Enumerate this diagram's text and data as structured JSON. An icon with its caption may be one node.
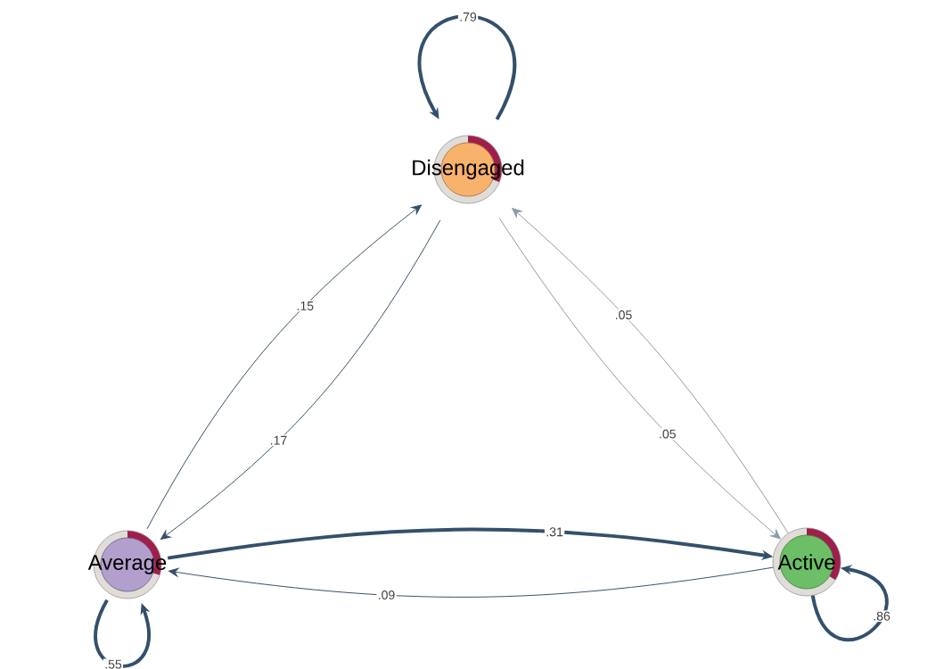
{
  "diagram": {
    "nodes": [
      {
        "text": [
          "Disengaged"
        ]
      },
      {
        "text": [
          "Average"
        ]
      },
      {
        "text": [
          "Active"
        ]
      }
    ],
    "edges": [
      {
        "from": 0,
        "to": 0,
        "arrow": "to",
        "label": ".79",
        "style": "thick"
      },
      {
        "from": 1,
        "to": 0,
        "arrow": "to",
        "label": ".15"
      },
      {
        "from": 0,
        "to": 1,
        "arrow": "to",
        "label": ".17"
      },
      {
        "from": 2,
        "to": 0,
        "arrow": "to",
        "label": ".05",
        "color": "#8c9ba6"
      },
      {
        "from": 0,
        "to": 2,
        "arrow": "to",
        "label": ".05",
        "color": "#8c9ba6"
      },
      {
        "from": 1,
        "to": 2,
        "arrow": "to",
        "label": ".31",
        "style": "thick"
      },
      {
        "from": 2,
        "to": 1,
        "arrow": "to",
        "label": ".09"
      },
      {
        "from": 1,
        "to": 1,
        "arrow": "to",
        "label": ".55",
        "style": "thick"
      },
      {
        "from": 2,
        "to": 2,
        "arrow": "to",
        "label": ".86",
        "style": "thick"
      }
    ]
  }
}
